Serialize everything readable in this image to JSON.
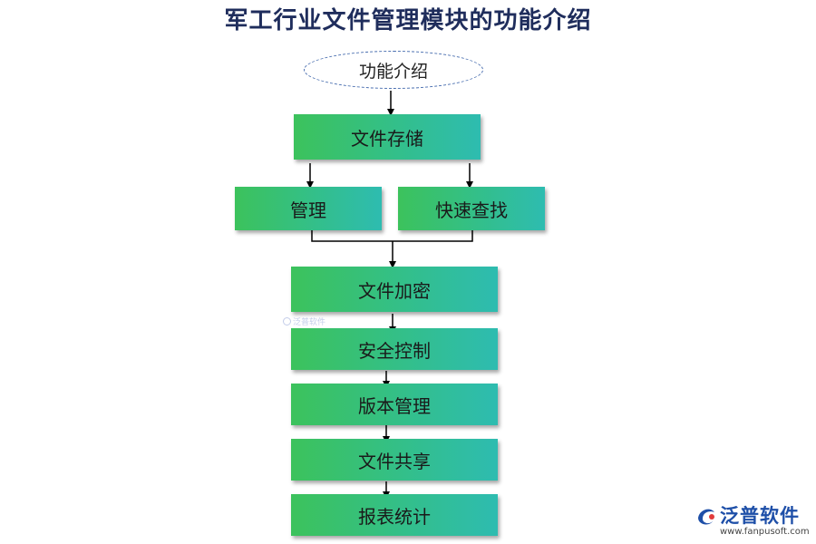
{
  "title": "军工行业文件管理模块的功能介绍",
  "start_node": "功能介绍",
  "nodes": {
    "storage": "文件存储",
    "manage": "管理",
    "search": "快速查找",
    "encrypt": "文件加密",
    "security": "安全控制",
    "version": "版本管理",
    "share": "文件共享",
    "report": "报表统计"
  },
  "watermark": "泛普软件",
  "logo": {
    "brand": "泛普软件",
    "url": "www.fanpusoft.com"
  },
  "colors": {
    "title": "#1f2d5c",
    "box_start": "#3cc25c",
    "box_end": "#2ebcb0",
    "ellipse_border": "#4a6fb0",
    "brand": "#1e4fa8"
  }
}
